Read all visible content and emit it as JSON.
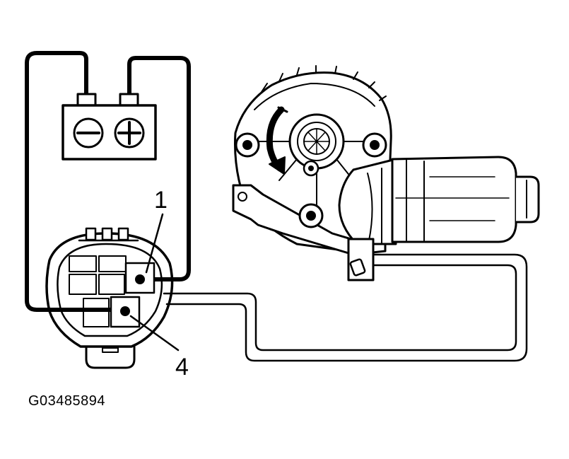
{
  "callouts": {
    "terminal_1": "1",
    "terminal_4": "4"
  },
  "figure_id": "G03485894",
  "battery": {
    "negative_symbol": "minus-icon",
    "positive_symbol": "plus-icon"
  },
  "colors": {
    "ink": "#000000",
    "background": "#ffffff"
  }
}
